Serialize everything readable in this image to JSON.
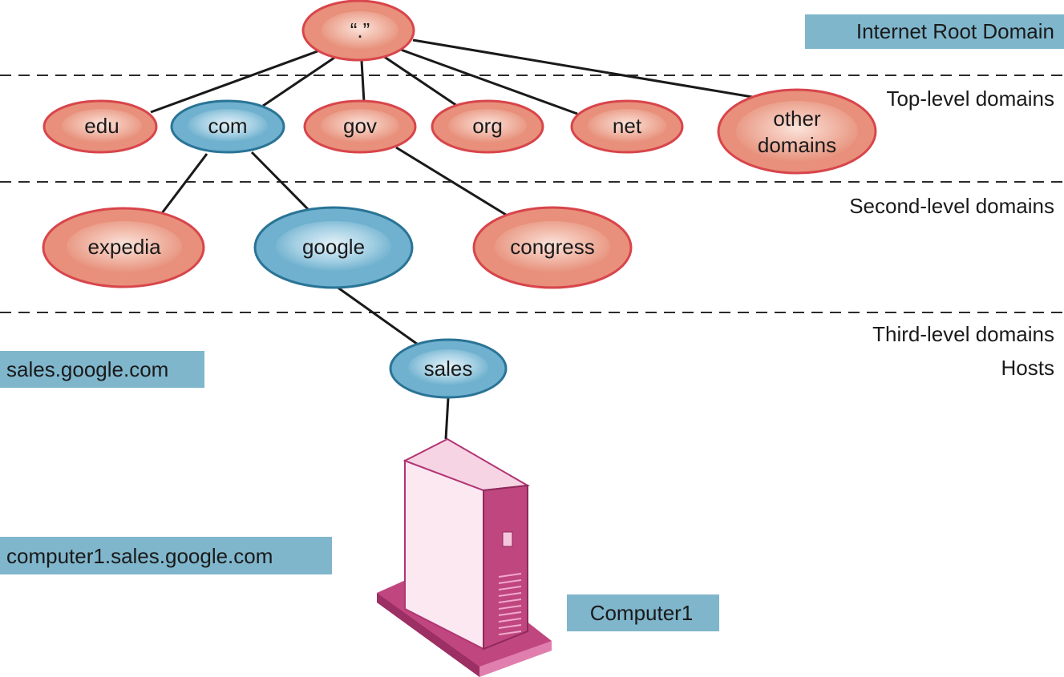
{
  "colors": {
    "red_node_fill": "#e8907b",
    "red_node_stroke": "#d8454b",
    "blue_node_fill": "#6fb1cf",
    "blue_node_stroke": "#2a7496",
    "callout_box": "#7fb6cc",
    "server_pink": "#c0467f",
    "server_light": "#fbe8f1"
  },
  "levels": {
    "root": "Internet Root Domain",
    "top": "Top-level domains",
    "second": "Second-level domains",
    "third": "Third-level domains",
    "hosts": "Hosts"
  },
  "nodes": {
    "root": "“.”",
    "edu": "edu",
    "com": "com",
    "gov": "gov",
    "org": "org",
    "net": "net",
    "other_line1": "other",
    "other_line2": "domains",
    "expedia": "expedia",
    "google": "google",
    "congress": "congress",
    "sales": "sales"
  },
  "callouts": {
    "sales_fqdn": "sales.google.com",
    "computer_fqdn": "computer1.sales.google.com",
    "computer_name": "Computer1"
  },
  "icons": {
    "server": "server-tower-icon"
  }
}
